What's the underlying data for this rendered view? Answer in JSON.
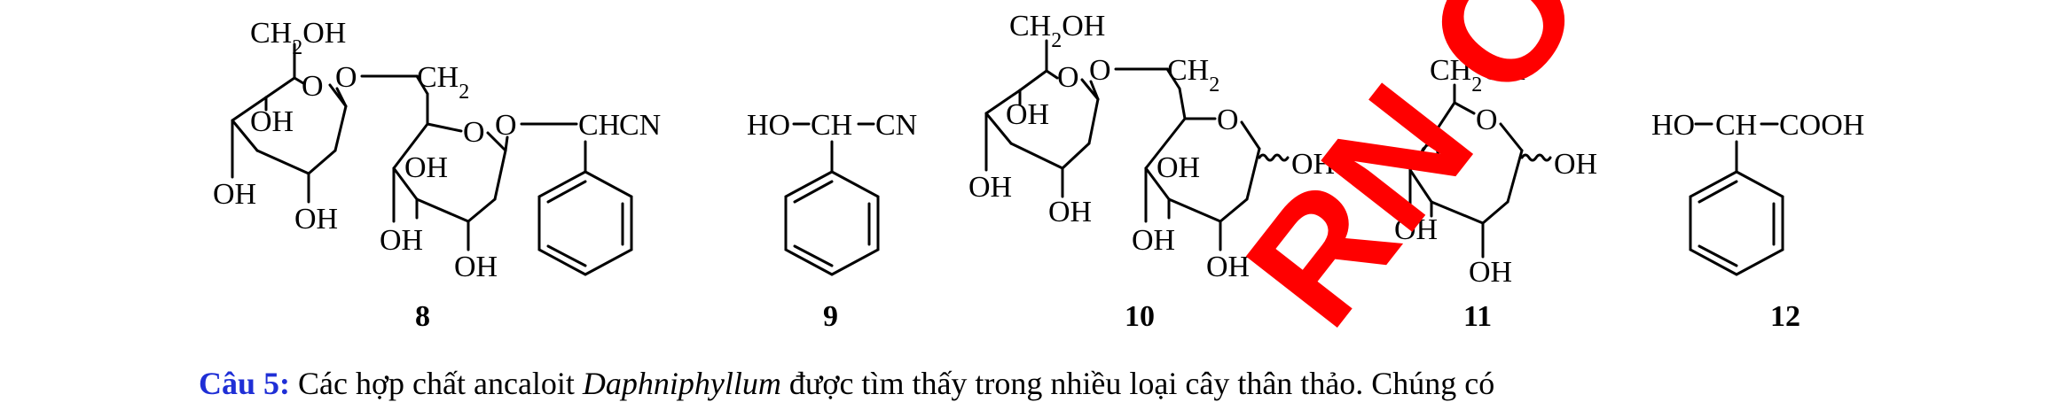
{
  "compounds": {
    "c8": {
      "number": "8",
      "ch2oh": "CH2OH",
      "o_ring1": "O",
      "o_link1": "O",
      "ch2": "CH2",
      "oh1": "OH",
      "oh2": "OH",
      "oh3": "OH",
      "o_ring2": "O",
      "o_link2": "O",
      "ch": "CH",
      "cn": "CN",
      "oh4": "OH",
      "oh5": "OH",
      "oh6": "OH"
    },
    "c9": {
      "number": "9",
      "ho": "HO",
      "ch": "CH",
      "cn": "CN"
    },
    "c10": {
      "number": "10",
      "ch2oh": "CH2OH",
      "o_ring1": "O",
      "o_link": "O",
      "ch2": "CH2",
      "oh1": "OH",
      "oh2": "OH",
      "oh3": "OH",
      "o_ring2": "O",
      "oh_anomeric": "OH",
      "oh4": "OH",
      "oh5": "OH",
      "oh6": "OH"
    },
    "c11": {
      "number": "11",
      "ch2oh": "CH2OH",
      "o_ring": "O",
      "oh1": "OH",
      "oh_anomeric": "OH",
      "oh2": "OH",
      "oh3": "OH"
    },
    "c12": {
      "number": "12",
      "ho": "HO",
      "ch": "CH",
      "cooh": "COOH"
    }
  },
  "watermark": {
    "text": "RN OFF",
    "color": "#ff0000"
  },
  "question": {
    "label": "Câu 5:",
    "text_before": " Các hợp chất ancaloit ",
    "text_italic": "Daphniphyllum",
    "text_after": " được tìm thấy trong nhiều loại cây thân thảo. Chúng có"
  },
  "colors": {
    "label_blue": "#1f2fd6"
  }
}
